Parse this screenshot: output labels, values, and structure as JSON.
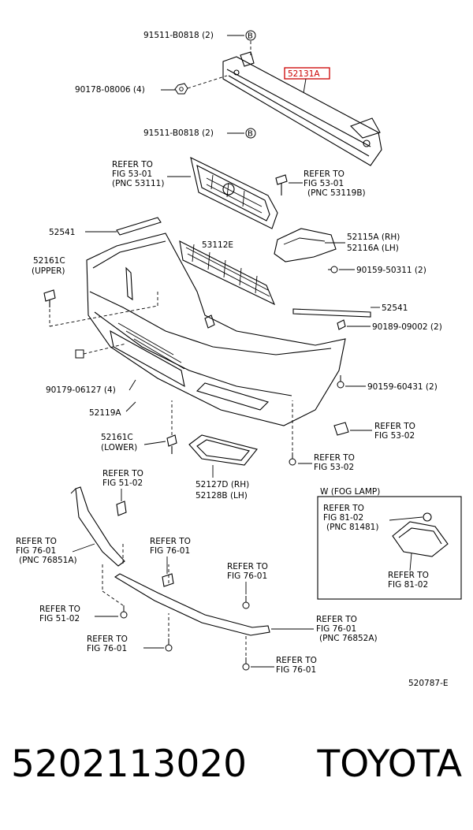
{
  "diagram": {
    "labels": {
      "bolt_top": "91511-B0818 (2)",
      "nut": "90178-08006 (4)",
      "bolt_mid": "91511-B0818 (2)",
      "reinforcement": "52131A",
      "grille_ref_1": "REFER TO",
      "grille_ref_2": "FIG 53-01",
      "grille_ref_3": "(PNC 53111)",
      "clip_ref_1": "REFER TO",
      "clip_ref_2": "FIG 53-01",
      "clip_ref_3": "(PNC 53119B)",
      "molding_l": "52541",
      "molding_r": "52541",
      "lower_grille": "53112E",
      "bracket_rh": "52115A (RH)",
      "bracket_lh": "52116A (LH)",
      "screw_a": "90159-50311 (2)",
      "retainer_upper_1": "52161C",
      "retainer_upper_2": "(UPPER)",
      "clip_b": "90189-09002 (2)",
      "screw_b": "90159-60431 (2)",
      "nut_b": "90179-06127 (4)",
      "cover": "52119A",
      "retainer_lower_1": "52161C",
      "retainer_lower_2": "(LOWER)",
      "ref_5302_a1": "REFER TO",
      "ref_5302_a2": "FIG 53-02",
      "ref_5302_b1": "REFER TO",
      "ref_5302_b2": "FIG 53-02",
      "bezel_rh": "52127D (RH)",
      "bezel_lh": "52128B (LH)",
      "ref_5102_a1": "REFER TO",
      "ref_5102_a2": "FIG 51-02",
      "fog_title": "W (FOG LAMP)",
      "fog_ref1_1": "REFER TO",
      "fog_ref1_2": "FIG 81-02",
      "fog_ref1_3": "(PNC 81481)",
      "fog_ref2_1": "REFER TO",
      "fog_ref2_2": "FIG 81-02",
      "ref_7601_a1": "REFER TO",
      "ref_7601_a2": "FIG 76-01",
      "ref_7601_a3": "(PNC 76851A)",
      "ref_7601_b1": "REFER TO",
      "ref_7601_b2": "FIG 76-01",
      "ref_7601_c1": "REFER TO",
      "ref_7601_c2": "FIG 76-01",
      "ref_5102_b1": "REFER TO",
      "ref_5102_b2": "FIG 51-02",
      "ref_7601_d1": "REFER TO",
      "ref_7601_d2": "FIG 76-01",
      "ref_7601_d3": "(PNC 76852A)",
      "ref_7601_e1": "REFER TO",
      "ref_7601_e2": "FIG 76-01",
      "ref_7601_f1": "REFER TO",
      "ref_7601_f2": "FIG 76-01",
      "diagram_code": "520787-E",
      "circle_b": "B"
    },
    "highlight_color": "#cc0000"
  },
  "footer": {
    "part_number": "5202113020",
    "brand": "TOYOTA"
  }
}
